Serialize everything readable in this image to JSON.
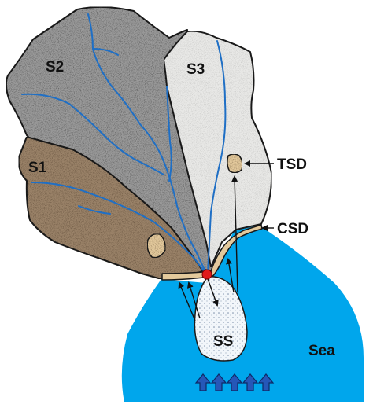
{
  "labels": {
    "s1": "S1",
    "s2": "S2",
    "s3": "S3",
    "tsd": "TSD",
    "csd": "CSD",
    "ss": "SS",
    "sea": "Sea"
  },
  "colors": {
    "s2_fill": "#9a9a9a",
    "s1_fill": "#9a8268",
    "s3_fill": "#e8e8e6",
    "sea_fill": "#00a6ec",
    "ss_fill": "#f2f6fa",
    "deposit_fill": "#e3c99c",
    "river": "#1f6fc5",
    "outlet_dot": "#e01b1b",
    "arrow_fill": "#2557b8",
    "outline": "#1a1a1a"
  },
  "icons": {
    "uplift_arrows": "up-arrow-icon"
  }
}
